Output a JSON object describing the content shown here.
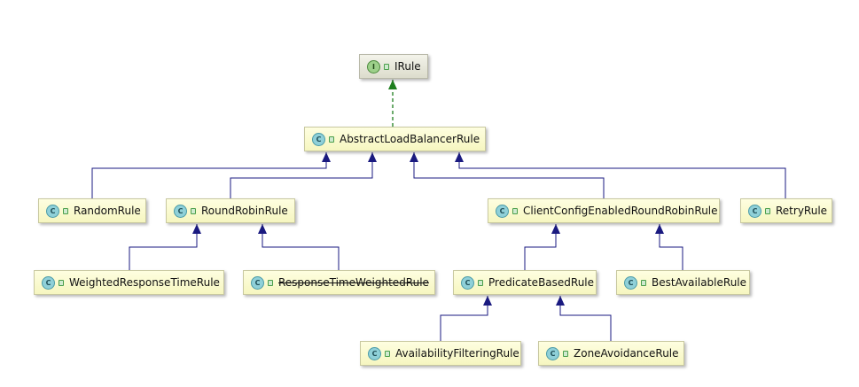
{
  "diagram": {
    "colors": {
      "implements_arrow": "#1e7e1e",
      "extends_arrow": "#1a1a80",
      "node_fill": "#f8f8c8",
      "interface_fill": "#e8e8da"
    },
    "nodes": {
      "irule": {
        "label": "IRule",
        "kind": "I",
        "icon": "interface-icon"
      },
      "abstract": {
        "label": "AbstractLoadBalancerRule",
        "kind": "C",
        "icon": "abstract-class-icon"
      },
      "random": {
        "label": "RandomRule",
        "kind": "C",
        "icon": "class-icon"
      },
      "roundrobin": {
        "label": "RoundRobinRule",
        "kind": "C",
        "icon": "class-icon"
      },
      "clientconfig": {
        "label": "ClientConfigEnabledRoundRobinRule",
        "kind": "C",
        "icon": "class-icon"
      },
      "retry": {
        "label": "RetryRule",
        "kind": "C",
        "icon": "class-icon"
      },
      "weighted": {
        "label": "WeightedResponseTimeRule",
        "kind": "C",
        "icon": "class-icon"
      },
      "responsetime": {
        "label": "ResponseTimeWeightedRule",
        "kind": "C",
        "icon": "class-icon",
        "deprecated": true
      },
      "predicate": {
        "label": "PredicateBasedRule",
        "kind": "C",
        "icon": "class-icon"
      },
      "bestavailable": {
        "label": "BestAvailableRule",
        "kind": "C",
        "icon": "class-icon"
      },
      "availability": {
        "label": "AvailabilityFilteringRule",
        "kind": "C",
        "icon": "class-icon"
      },
      "zoneavoidance": {
        "label": "ZoneAvoidanceRule",
        "kind": "C",
        "icon": "class-icon"
      }
    },
    "edges": [
      {
        "from": "abstract",
        "to": "irule",
        "type": "implements"
      },
      {
        "from": "random",
        "to": "abstract",
        "type": "extends"
      },
      {
        "from": "roundrobin",
        "to": "abstract",
        "type": "extends"
      },
      {
        "from": "clientconfig",
        "to": "abstract",
        "type": "extends"
      },
      {
        "from": "retry",
        "to": "abstract",
        "type": "extends"
      },
      {
        "from": "weighted",
        "to": "roundrobin",
        "type": "extends"
      },
      {
        "from": "responsetime",
        "to": "roundrobin",
        "type": "extends"
      },
      {
        "from": "predicate",
        "to": "clientconfig",
        "type": "extends"
      },
      {
        "from": "bestavailable",
        "to": "clientconfig",
        "type": "extends"
      },
      {
        "from": "availability",
        "to": "predicate",
        "type": "extends"
      },
      {
        "from": "zoneavoidance",
        "to": "predicate",
        "type": "extends"
      }
    ]
  }
}
